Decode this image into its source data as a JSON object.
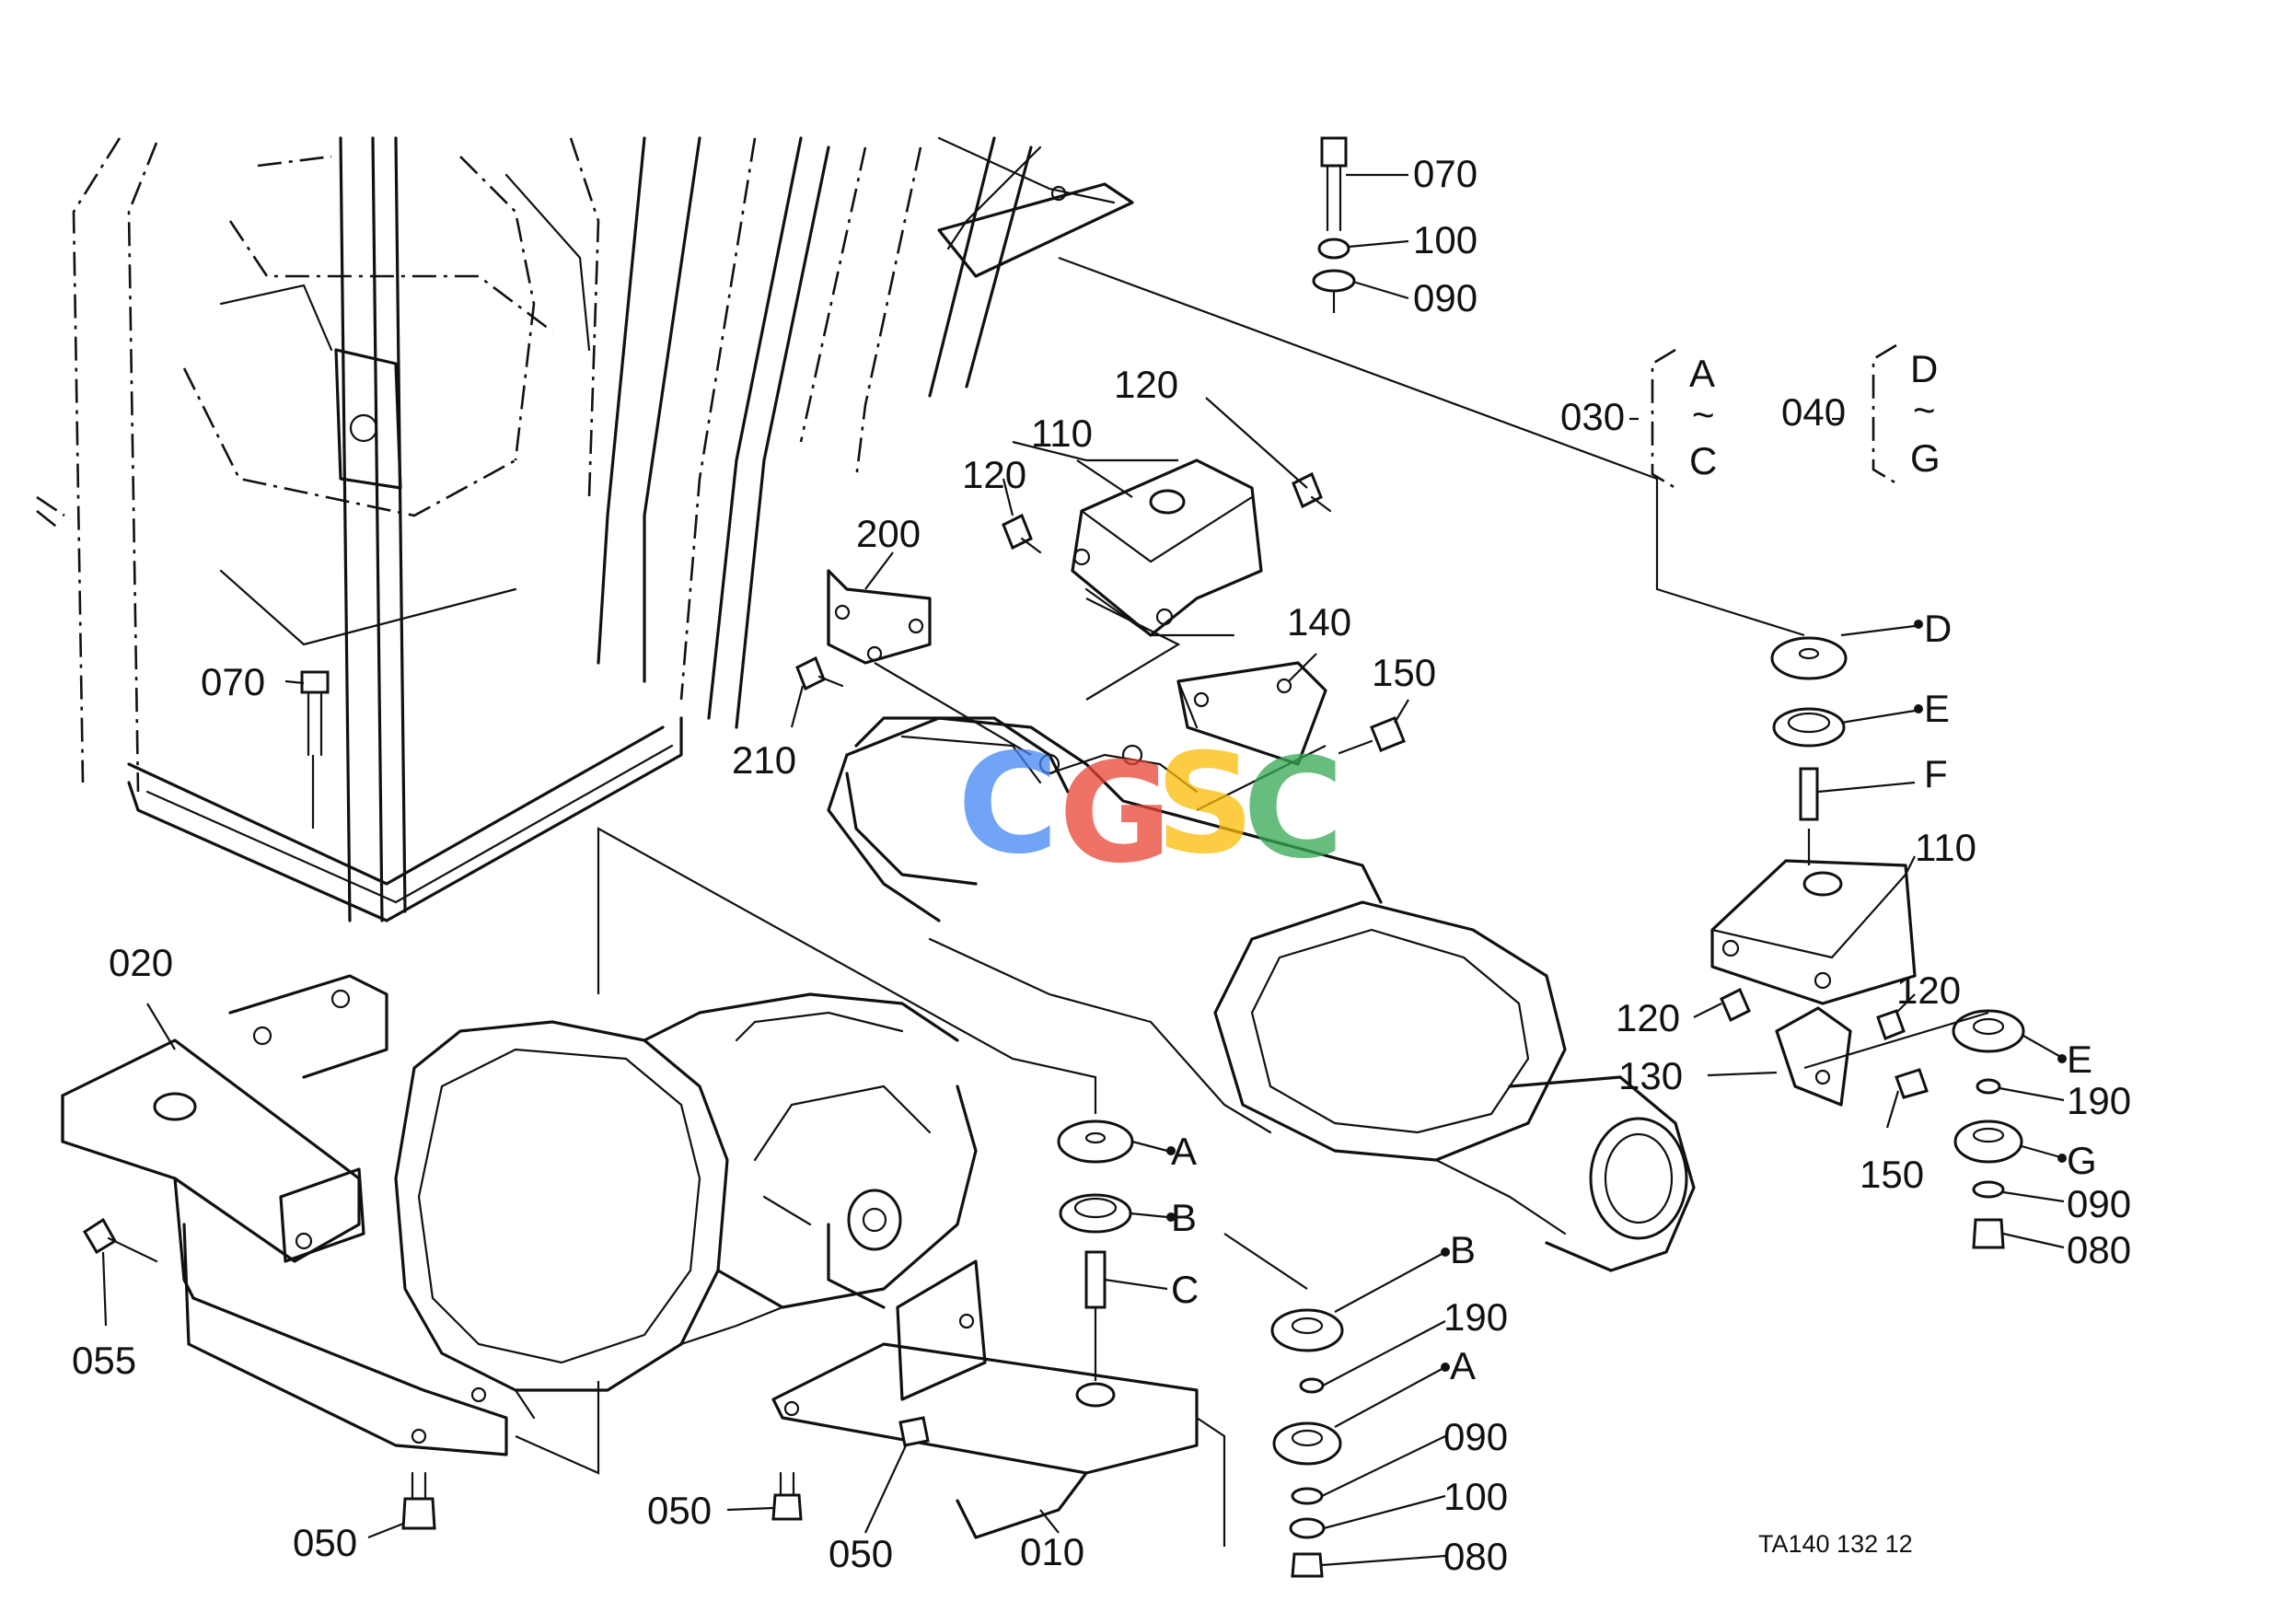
{
  "labels": {
    "p070_top": "070",
    "p100_top": "100",
    "p090_top": "090",
    "p120_a": "120",
    "p110_a": "110",
    "p120_b": "120",
    "p200": "200",
    "p140": "140",
    "p150_a": "150",
    "p210": "210",
    "p070_left": "070",
    "p030": "030",
    "p030_from": "A",
    "p030_tilde": "~",
    "p030_to": "C",
    "p040": "040",
    "p040_from": "D",
    "p040_tilde": "~",
    "p040_to": "G",
    "pD": "D",
    "pE_a": "E",
    "pF": "F",
    "p110_b": "110",
    "p120_c": "120",
    "p120_d": "120",
    "p130": "130",
    "p150_b": "150",
    "pE_b": "E",
    "p190_a": "190",
    "pG": "G",
    "p090_b": "090",
    "p080_a": "080",
    "p020": "020",
    "p055": "055",
    "pA_a": "A",
    "pB_a": "B",
    "pC": "C",
    "pB_b": "B",
    "p190_b": "190",
    "pA_b": "A",
    "p090_c": "090",
    "p100_b": "100",
    "p080_b": "080",
    "p050_a": "050",
    "p050_b": "050",
    "p050_c": "050",
    "p010": "010"
  },
  "figure_ref": "TA140  132  12",
  "watermark": {
    "letters": [
      "C",
      "G",
      "S",
      "C"
    ],
    "colors": [
      "#4285F4",
      "#EA4335",
      "#FBBC05",
      "#34A853"
    ]
  }
}
